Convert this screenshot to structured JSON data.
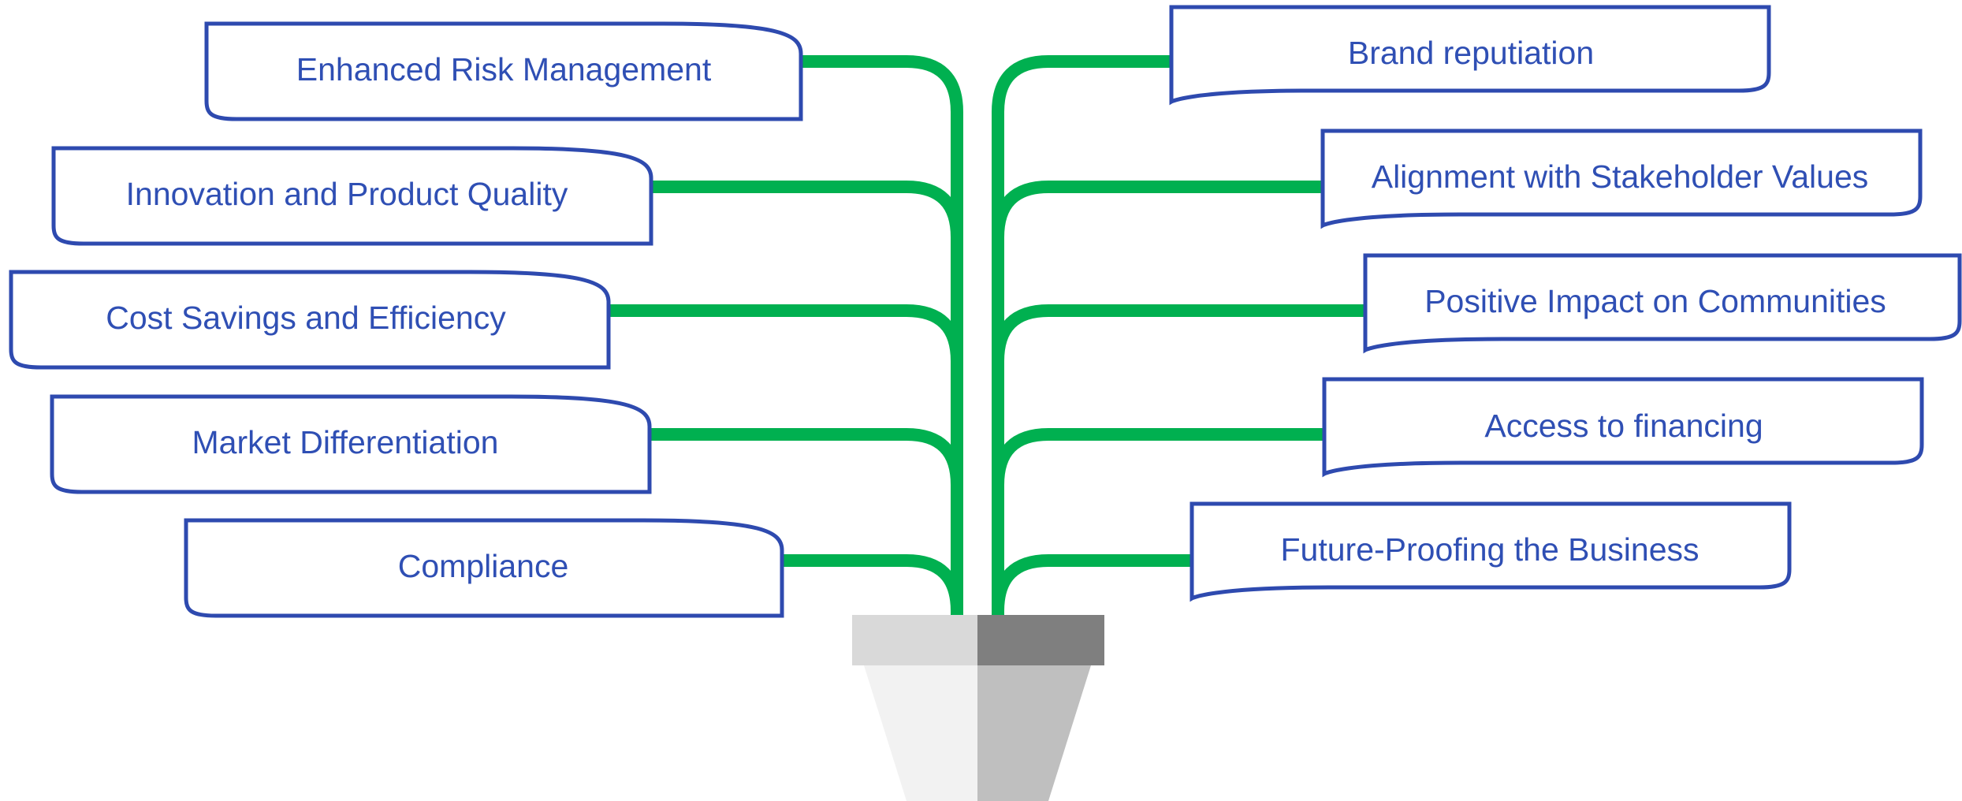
{
  "left_labels": [
    "Enhanced Risk Management",
    "Innovation and Product Quality",
    "Cost Savings and Efficiency",
    "Market Differentiation",
    "Compliance"
  ],
  "right_labels": [
    "Brand reputiation",
    "Alignment with Stakeholder Values",
    "Positive Impact on Communities",
    "Access to financing",
    "Future-Proofing the Business"
  ],
  "colors": {
    "branch": "#00b050",
    "box_border": "#2e4aaf",
    "text": "#2f4fb4",
    "pot_light_top": "#d9d9d9",
    "pot_dark_top": "#7f7f7f",
    "pot_light_body": "#f2f2f2",
    "pot_dark_body": "#bfbfbf"
  }
}
